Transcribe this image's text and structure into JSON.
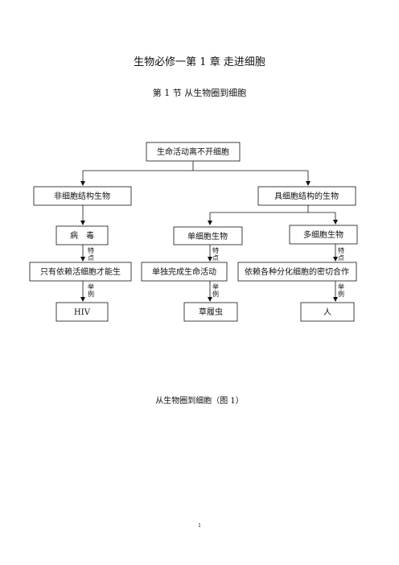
{
  "page": {
    "title": "生物必修一第 1 章  走进细胞",
    "subtitle": "第 1 节  从生物圈到细胞",
    "caption": "从生物圈到细胞（图 1）",
    "page_number": "1"
  },
  "diagram": {
    "root": "生命活动离不开细胞",
    "left_branch": "非细胞结构生物",
    "right_branch": "具细胞结构的生物",
    "virus": "病　毒",
    "unicellular": "单细胞生物",
    "multicellular": "多细胞生物",
    "virus_feature": "只有依赖活细胞才能生",
    "unicellular_feature": "单独完成生命活动",
    "multicellular_feature": "依赖各种分化细胞的密切合作",
    "virus_example": "HIV",
    "unicellular_example": "草履虫",
    "multicellular_example": "人",
    "feature_label_1": "特",
    "feature_label_2": "点",
    "example_label_1": "举",
    "example_label_2": "例"
  }
}
